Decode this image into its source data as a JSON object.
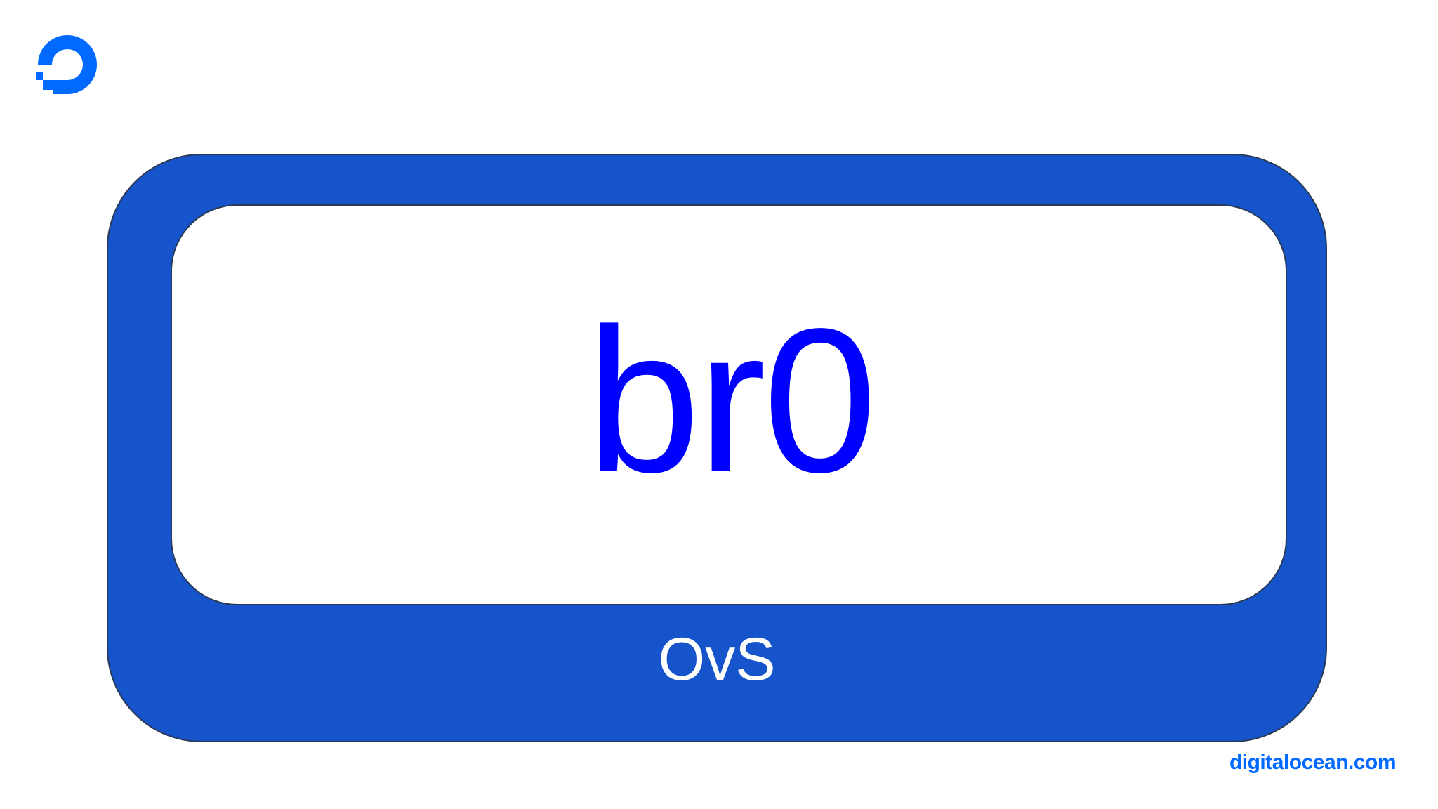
{
  "colors": {
    "background": "#ffffff",
    "bridge_fill": "#1554cb",
    "inner_fill": "#ffffff",
    "inner_text": "#0000ff",
    "outer_text": "#ffffff",
    "brand": "#0069ff"
  },
  "logo": {
    "icon": "digitalocean-logo-icon"
  },
  "diagram": {
    "outer_label": "OvS",
    "inner_label": "br0"
  },
  "footer": {
    "url": "digitalocean.com"
  }
}
